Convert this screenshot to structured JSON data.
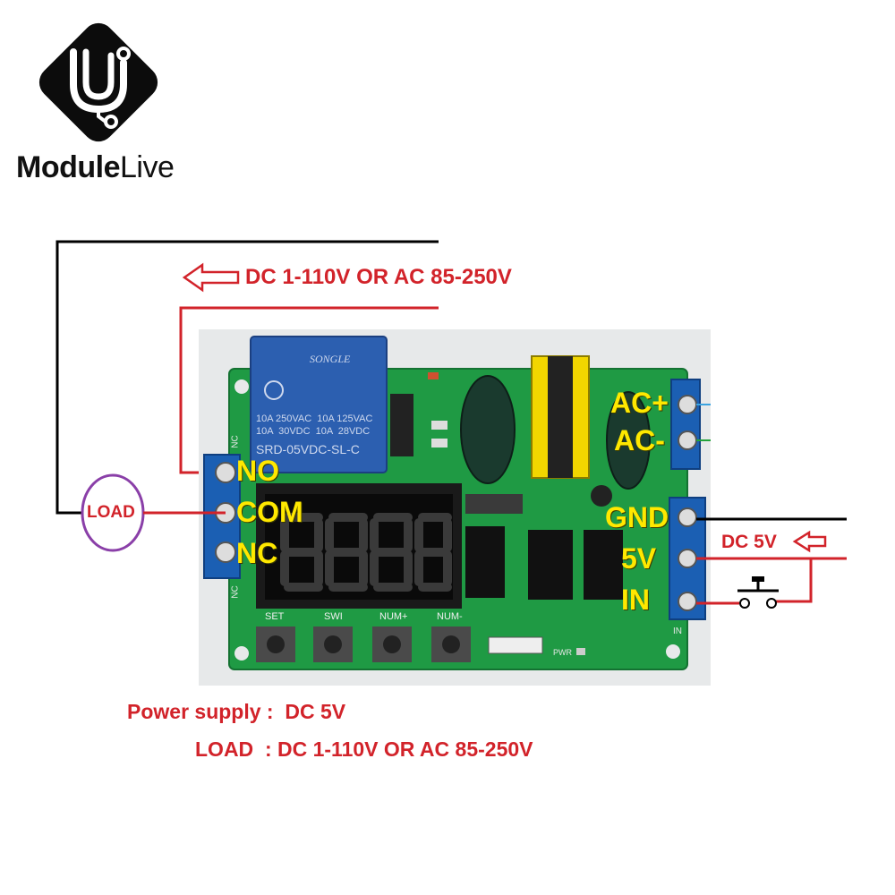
{
  "logo": {
    "brand_bold": "Module",
    "brand_light": "Live"
  },
  "top_arrow_label": "DC 1-110V OR AC 85-250V",
  "load_label": "LOAD",
  "relay_terminals": [
    "NO",
    "COM",
    "NC"
  ],
  "power_terminals": [
    "AC+",
    "AC-"
  ],
  "signal_terminals": [
    "GND",
    "5V",
    "IN"
  ],
  "input_arrow_label": "DC 5V",
  "relay": {
    "brand": "SONGLE",
    "rating_1": "10A 250VAC  10A 125VAC",
    "rating_2": "10A  30VDC  10A  28VDC",
    "model": "SRD-05VDC-SL-C"
  },
  "buttons": [
    "SET",
    "SWI",
    "NUM+",
    "NUM-"
  ],
  "pcb_marks": {
    "nc_side_1": "NC",
    "nc_side_2": "NC",
    "in_mark": "IN",
    "pwr_mark": "PWR"
  },
  "footer": {
    "power_supply": "Power supply :  DC 5V",
    "load": "LOAD  : DC 1-110V OR AC 85-250V"
  },
  "colors": {
    "label_red": "#d2232a",
    "terminal_yellow": "#ffe800",
    "pcb_green": "#1f9a44",
    "terminal_blue": "#1b5fb3",
    "load_circle": "#8a3fa8"
  }
}
